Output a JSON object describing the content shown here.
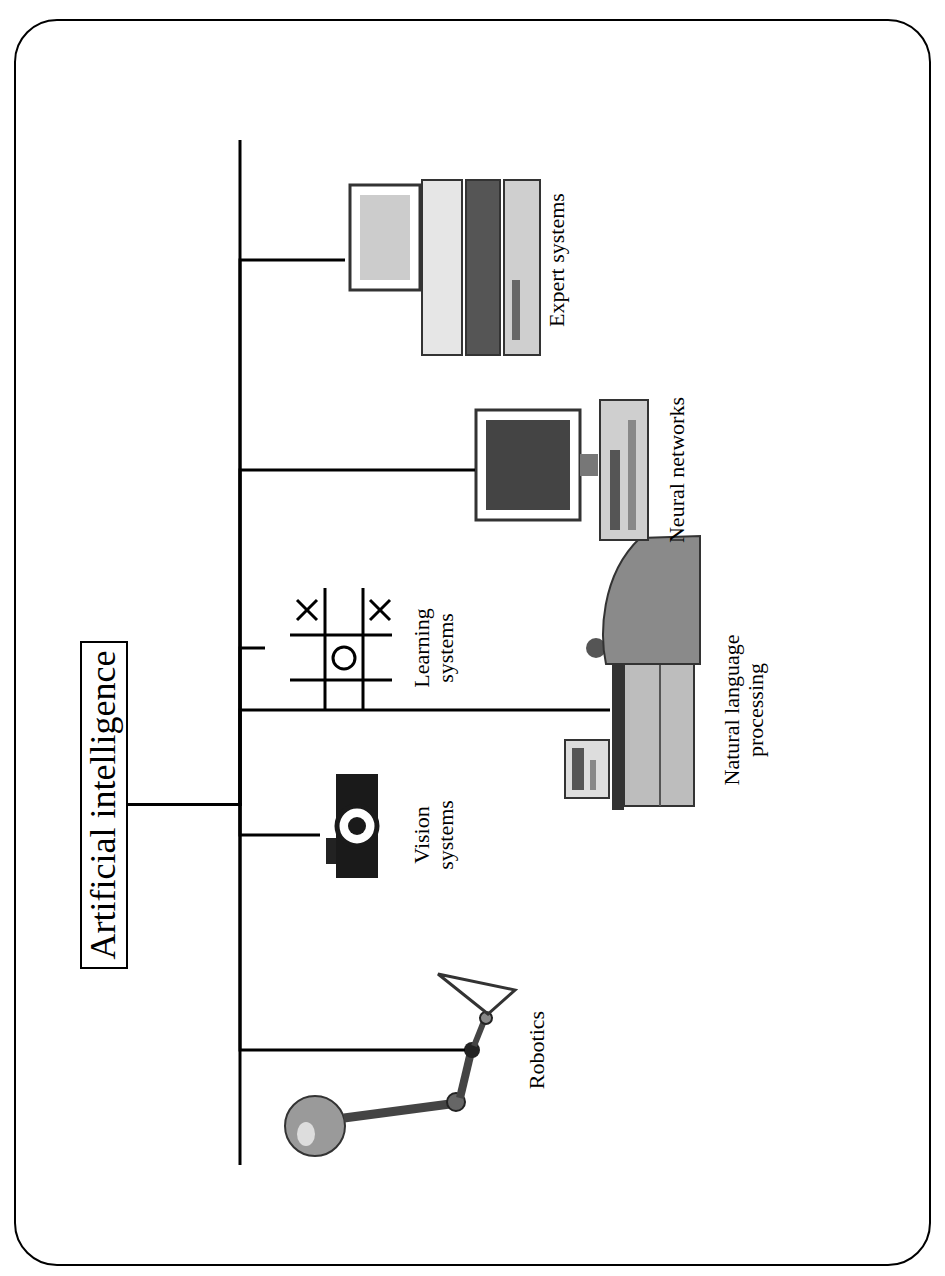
{
  "diagram": {
    "nodes": [
      {
        "text": [
          "Artificial intelligence"
        ]
      },
      {
        "text": [
          "Robotics"
        ]
      },
      {
        "text": [
          "Vision systems"
        ]
      },
      {
        "text": [
          "Learning systems"
        ]
      },
      {
        "text": [
          "Natural language processing"
        ]
      },
      {
        "text": [
          "Neural networks"
        ]
      },
      {
        "text": [
          "Expert systems"
        ]
      }
    ],
    "edges": [
      {
        "from": 0,
        "to": 1,
        "arrow": "none"
      },
      {
        "from": 0,
        "to": 2,
        "arrow": "none"
      },
      {
        "from": 0,
        "to": 3,
        "arrow": "none"
      },
      {
        "from": 0,
        "to": 4,
        "arrow": "none"
      },
      {
        "from": 0,
        "to": 5,
        "arrow": "none"
      },
      {
        "from": 0,
        "to": 6,
        "arrow": "none"
      }
    ]
  }
}
